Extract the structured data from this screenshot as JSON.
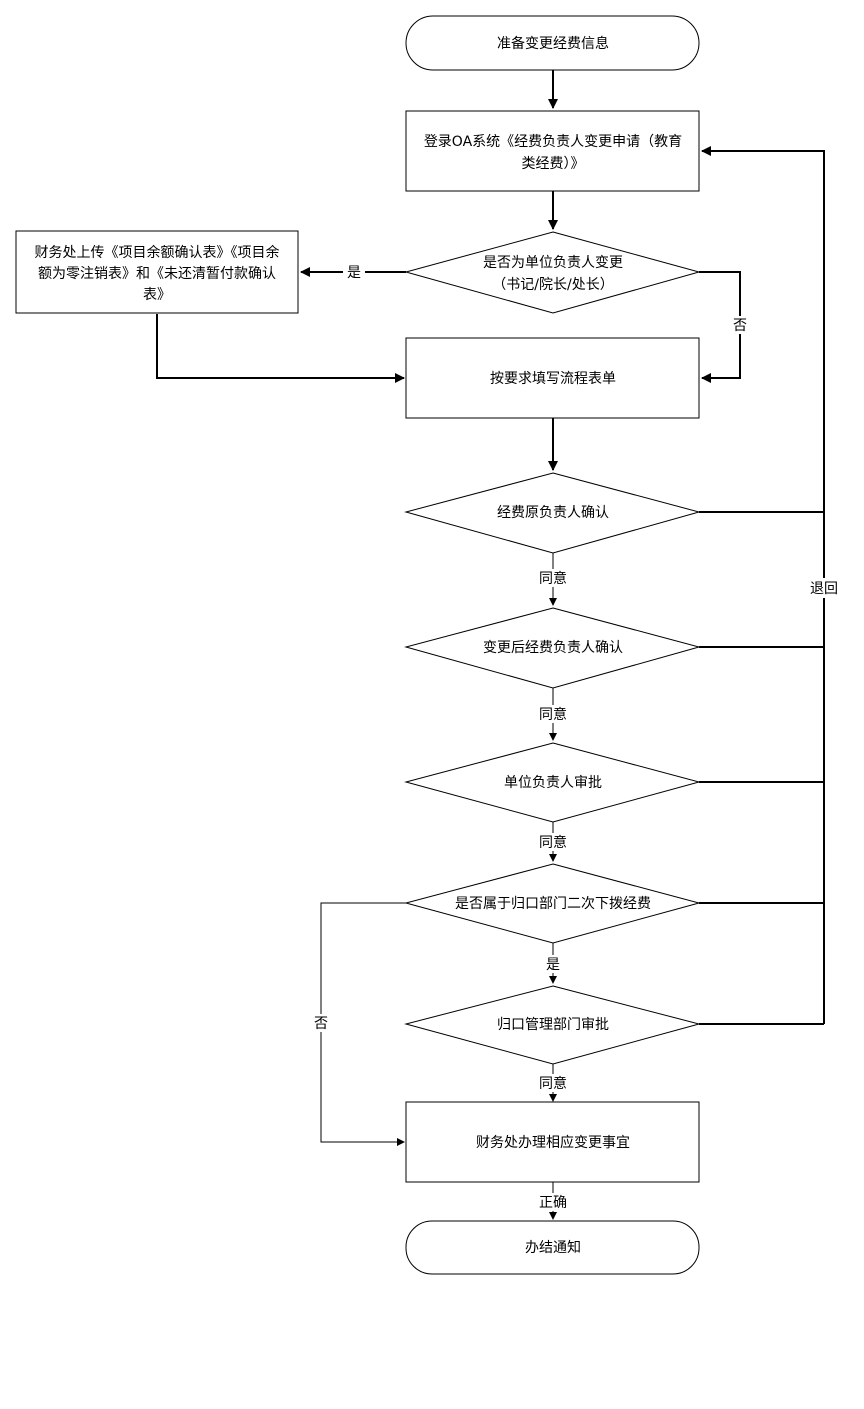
{
  "nodes": {
    "start": "准备变更经费信息",
    "login_line1": "登录OA系统《经费负责人变更申请（教育",
    "login_line2": "类经费）》",
    "is_unit_head_line1": "是否为单位负责人变更",
    "is_unit_head_line2": "（书记/院长/处长）",
    "finance_upload_line1": "财务处上传《项目余额确认表》《项目余",
    "finance_upload_line2": "额为零注销表》和《未还清暂付款确认",
    "finance_upload_line3": "表》",
    "fill_form": "按要求填写流程表单",
    "orig_owner_confirm": "经费原负责人确认",
    "new_owner_confirm": "变更后经费负责人确认",
    "unit_head_approve": "单位负责人审批",
    "is_secondary_alloc": "是否属于归口部门二次下拨经费",
    "mgmt_dept_approve": "归口管理部门审批",
    "finance_handle": "财务处办理相应变更事宜",
    "end": "办结通知"
  },
  "edge_labels": {
    "yes_upload": "是",
    "no_fill": "否",
    "agree_1": "同意",
    "agree_2": "同意",
    "agree_3": "同意",
    "yes_secondary": "是",
    "no_secondary": "否",
    "agree_4": "同意",
    "correct": "正确",
    "return": "退回"
  },
  "colors": {
    "stroke": "#000000",
    "fill": "#ffffff"
  }
}
